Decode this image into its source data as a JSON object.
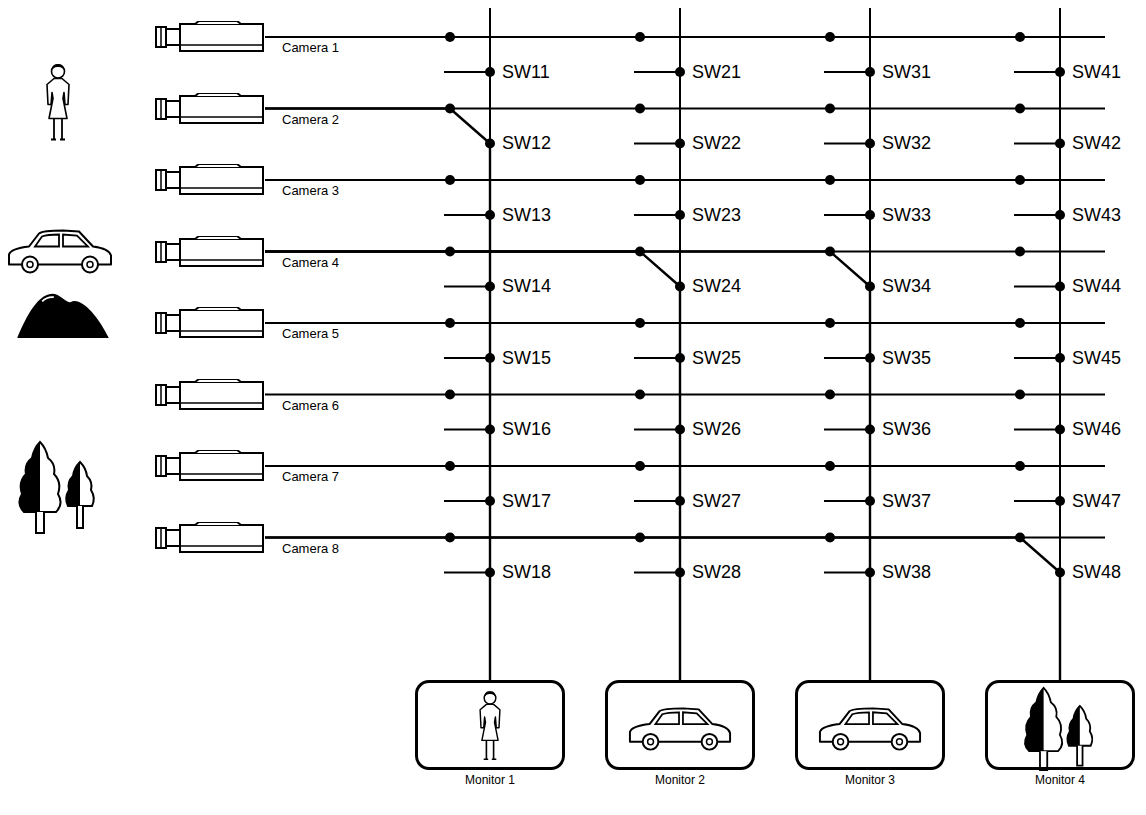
{
  "diagram": {
    "nodes": [
      {
        "text": [
          "Camera 1"
        ]
      },
      {
        "text": [
          "Camera 2"
        ]
      },
      {
        "text": [
          "Camera 3"
        ]
      },
      {
        "text": [
          "Camera 4"
        ]
      },
      {
        "text": [
          "Camera 5"
        ]
      },
      {
        "text": [
          "Camera 6"
        ]
      },
      {
        "text": [
          "Camera 7"
        ]
      },
      {
        "text": [
          "Camera 8"
        ]
      },
      {
        "text": [
          "Monitor 1"
        ]
      },
      {
        "text": [
          "Monitor 2"
        ]
      },
      {
        "text": [
          "Monitor 3"
        ]
      },
      {
        "text": [
          "Monitor 4"
        ]
      }
    ],
    "edges": [
      {
        "from": 1,
        "to": 8,
        "arrow": "none"
      },
      {
        "from": 3,
        "to": 9,
        "arrow": "none"
      },
      {
        "from": 3,
        "to": 10,
        "arrow": "none"
      },
      {
        "from": 7,
        "to": 11,
        "arrow": "none"
      }
    ],
    "labels": [
      "SW11",
      "SW21",
      "SW31",
      "SW41",
      "SW12",
      "SW22",
      "SW32",
      "SW42",
      "SW13",
      "SW23",
      "SW33",
      "SW43",
      "SW14",
      "SW24",
      "SW34",
      "SW44",
      "SW15",
      "SW25",
      "SW35",
      "SW45",
      "SW16",
      "SW26",
      "SW36",
      "SW46",
      "SW17",
      "SW27",
      "SW37",
      "SW47",
      "SW18",
      "SW28",
      "SW38",
      "SW48"
    ]
  }
}
